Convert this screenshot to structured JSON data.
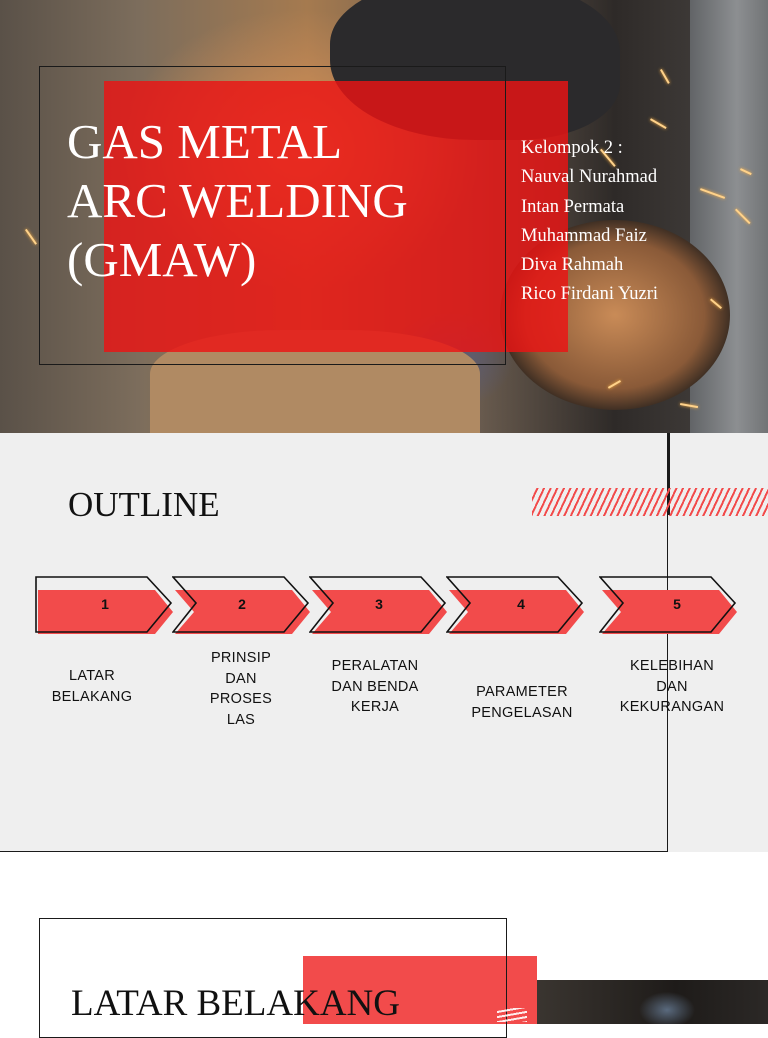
{
  "title_slide": {
    "title_lines": [
      "GAS METAL",
      "ARC WELDING",
      "(GMAW)"
    ],
    "members": [
      "Kelompok 2 :",
      "Nauval Nurahmad",
      "Intan Permata",
      "Muhammad Faiz",
      "Diva Rahmah",
      "Rico Firdani Yuzri"
    ]
  },
  "outline_slide": {
    "title": "OUTLINE",
    "steps": [
      {
        "number": "1",
        "label_lines": [
          "LATAR",
          "BELAKANG"
        ]
      },
      {
        "number": "2",
        "label_lines": [
          "PRINSIP",
          "DAN",
          "PROSES",
          "LAS"
        ]
      },
      {
        "number": "3",
        "label_lines": [
          "PERALATAN",
          "DAN BENDA",
          "KERJA"
        ]
      },
      {
        "number": "4",
        "label_lines": [
          "PARAMETER",
          "PENGELASAN"
        ]
      },
      {
        "number": "5",
        "label_lines": [
          "KELEBIHAN",
          "DAN",
          "KEKURANGAN"
        ]
      }
    ]
  },
  "background_slide": {
    "title": "LATAR BELAKANG"
  },
  "colors": {
    "accent_red": "#f24b4b",
    "overlay_red": "#eb1414",
    "slide_background": "#efefef"
  }
}
